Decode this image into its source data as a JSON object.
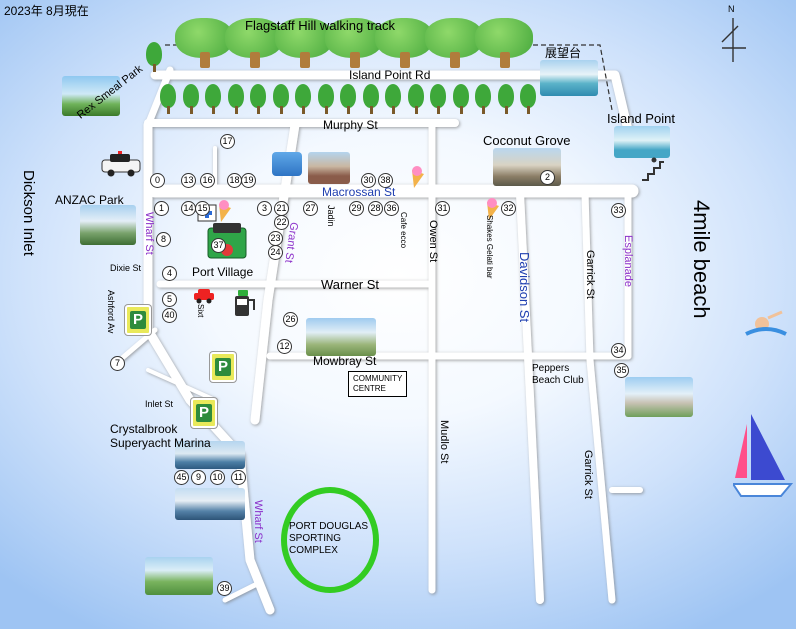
{
  "date_label": "2023年 8月現在",
  "north_label": "N",
  "hill_track": "Flagstaff Hill walking track",
  "lookout_label": "展望台",
  "streets": {
    "island_point_rd": "Island Point Rd",
    "murphy": "Murphy St",
    "macrossan": "Macrossan St",
    "warner": "Warner St",
    "mowbray": "Mowbray St",
    "wharf_upper": "Wharf St",
    "wharf_lower": "Wharf St",
    "grant": "Grant St",
    "jadin": "Jadin",
    "owen": "Owen St",
    "davidson": "Davidson St",
    "garrick_upper": "Garrick St",
    "garrick_lower": "Garrick St",
    "esplanade": "Esplanade",
    "mudlo": "Mudlo St",
    "dixie": "Dixie St",
    "ashford": "Ashford Av",
    "inlet": "Inlet St"
  },
  "places": {
    "rex_smeal_park": "Rex Smeal Park",
    "anzac_park": "ANZAC Park",
    "port_village": "Port Village",
    "coconut_grove": "Coconut Grove",
    "island_point": "Island Point",
    "peppers": "Peppers\nBeach Club",
    "community_centre": "COMMUNITY\nCENTRE",
    "marina": "Crystalbrook\nSuperyacht Marina",
    "sporting_complex": "PORT DOUGLAS\nSPORTING\nCOMPLEX",
    "cafe_ecco": "Cafe ecco",
    "shakes_gelati": "Shakes Gelati bar",
    "sixt": "Sixt"
  },
  "water": {
    "dickson_inlet": "Dickson Inlet",
    "four_mile_beach": "4mile beach"
  },
  "markers": [
    "0",
    "1",
    "2",
    "3",
    "4",
    "5",
    "7",
    "8",
    "9",
    "10",
    "11",
    "12",
    "13",
    "14",
    "15",
    "16",
    "17",
    "18",
    "19",
    "21",
    "22",
    "23",
    "24",
    "26",
    "27",
    "28",
    "29",
    "30",
    "31",
    "32",
    "33",
    "34",
    "35",
    "36",
    "37",
    "38",
    "39",
    "40",
    "45"
  ],
  "parking_symbol": "P",
  "colors": {
    "road": "#ffffff",
    "street_blue": "#1f3fb0",
    "street_purple": "#8b2fc9",
    "sporting_ring": "#33cc22",
    "tree": "#3ea83a"
  }
}
